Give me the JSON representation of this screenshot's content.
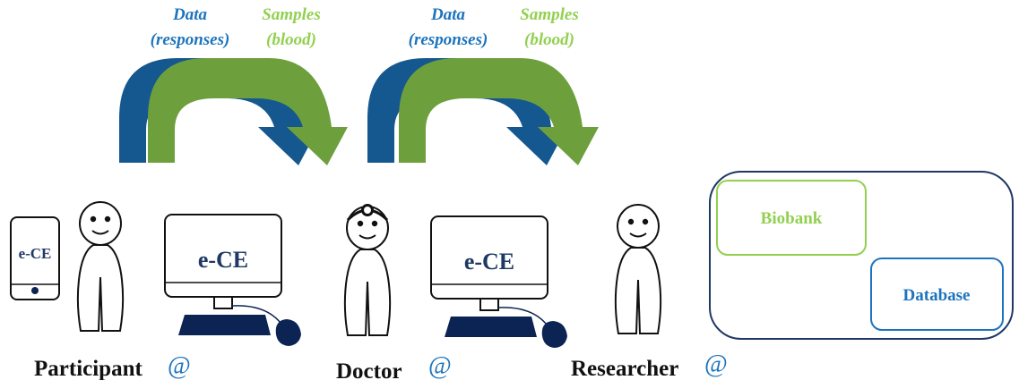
{
  "flows": [
    {
      "data_line1": "Data",
      "data_line2": "(responses)",
      "samples_line1": "Samples",
      "samples_line2": "(blood)"
    },
    {
      "data_line1": "Data",
      "data_line2": "(responses)",
      "samples_line1": "Samples",
      "samples_line2": "(blood)"
    }
  ],
  "device_labels": {
    "phone": "e-CE",
    "monitor_1": "e-CE",
    "monitor_2": "e-CE"
  },
  "actors": {
    "participant": "Participant",
    "doctor": "Doctor",
    "researcher": "Researcher",
    "at_symbol": "@"
  },
  "storage": {
    "biobank": "Biobank",
    "database": "Database"
  },
  "colors": {
    "data_dark": "#15578f",
    "data_light": "#1d74bd",
    "samples_dark": "#6da03c",
    "samples_light": "#92d050",
    "navy": "#1f3864",
    "device_dark": "#0b2454",
    "outline": "#111111"
  }
}
